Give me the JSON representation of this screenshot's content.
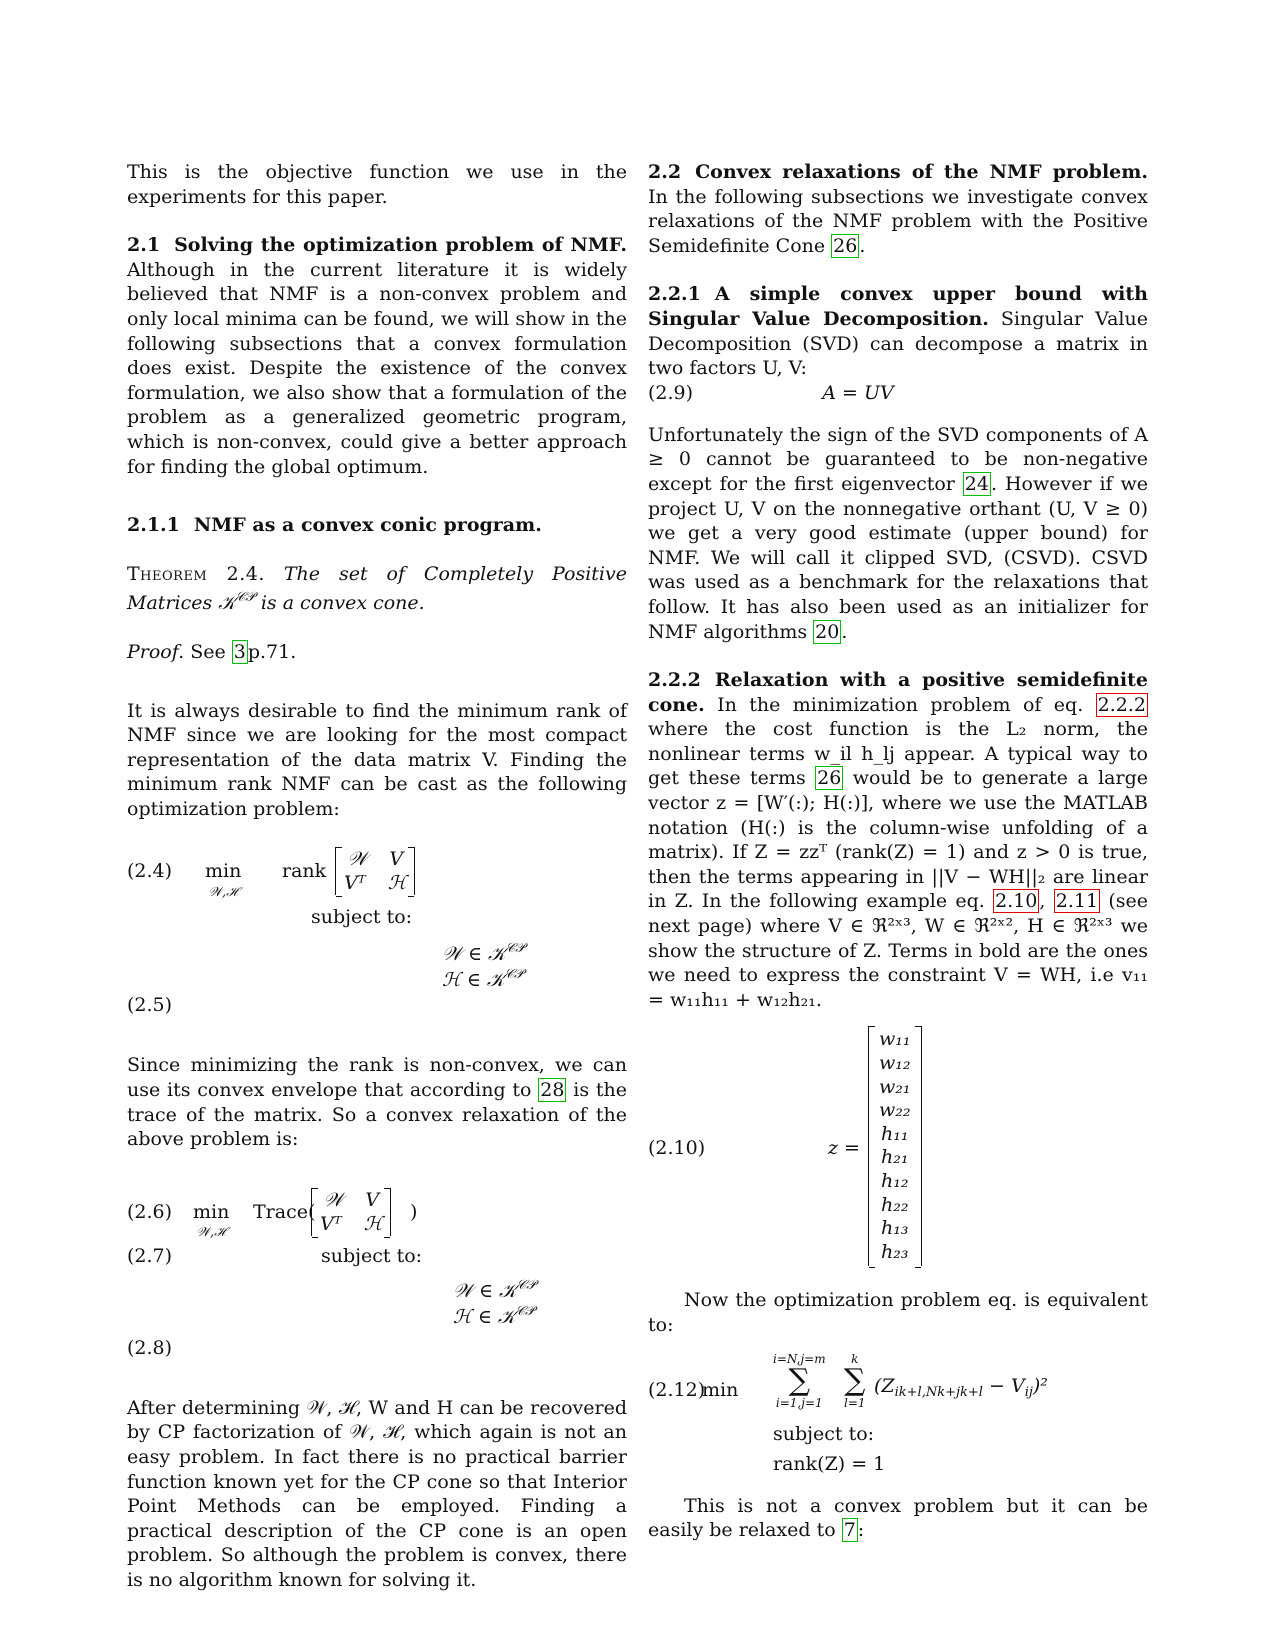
{
  "left": {
    "intro": "This is the objective function we use in the experiments for this paper.",
    "s21": {
      "num": "2.1",
      "title": "Solving the optimization problem of NMF.",
      "text": "Although in the current literature it is widely believed that NMF is a non-convex problem and only local minima can be found, we will show in the following subsections that a convex formulation does exist. Despite the existence of the convex formulation, we also show that a formulation of the problem as a generalized geometric program, which is non-convex, could give a better approach for finding the global optimum."
    },
    "s211": {
      "num": "2.1.1",
      "title": "NMF as a convex conic program."
    },
    "theorem": {
      "label": "Theorem 2.4.",
      "text_a": "The set of Completely Positive Matrices ",
      "sym": "𝒦",
      "sym_sup": "𝒞𝒫",
      "text_b": " is a convex cone."
    },
    "proof": {
      "label": "Proof.",
      "pre": "See ",
      "cite": "3",
      "post": "p.71."
    },
    "para_rank": "It is always desirable to find the minimum rank of NMF since we are looking for the most compact representation of the data matrix V. Finding the minimum rank NMF can be cast as the following optimization problem:",
    "eq24": {
      "num": "(2.4)",
      "min": "min",
      "min_sub": "𝒲,ℋ",
      "op": "rank",
      "m11": "𝒲",
      "m12": "V",
      "m21": "Vᵀ",
      "m22": "ℋ",
      "subject": "subject to:",
      "c1": "𝒲 ∈ 𝒦",
      "c2": "ℋ ∈ 𝒦",
      "sup": "𝒞𝒫"
    },
    "eq25": {
      "num": "(2.5)"
    },
    "para_trace": {
      "pre": "Since minimizing the rank is non-convex, we can use its convex envelope that according to ",
      "cite": "28",
      "post": " is the trace of the matrix. So a convex relaxation of the above problem is:"
    },
    "eq26": {
      "num": "(2.6)",
      "min": "min",
      "min_sub": "𝒲,ℋ",
      "op": "Trace(",
      "close": ")",
      "m11": "𝒲",
      "m12": "V",
      "m21": "Vᵀ",
      "m22": "ℋ"
    },
    "eq27": {
      "num": "(2.7)",
      "subject": "subject to:",
      "c1": "𝒲 ∈ 𝒦",
      "c2": "ℋ ∈ 𝒦",
      "sup": "𝒞𝒫"
    },
    "eq28": {
      "num": "(2.8)"
    },
    "para_after": "After determining 𝒲, ℋ, W and H can be recovered by CP factorization of 𝒲, ℋ, which again is not an easy problem. In fact there is no practical barrier function known yet for the CP cone so that Interior Point Methods can be employed. Finding a practical description of the CP cone is an open problem. So although the problem is convex, there is no algorithm known for solving it."
  },
  "right": {
    "s22": {
      "num": "2.2",
      "title": "Convex relaxations of the NMF problem.",
      "pre": "In the following subsections we investigate convex relaxations of the NMF problem with the Positive Semidefinite Cone ",
      "cite": "26",
      "post": "."
    },
    "s221": {
      "num": "2.2.1",
      "title": "A simple convex upper bound with Singular Value Decomposition.",
      "text": "Singular Value Decomposition (SVD) can decompose a matrix in two factors U, V:"
    },
    "eq29": {
      "num": "(2.9)",
      "expr": "A = UV"
    },
    "para_svd": {
      "a": "Unfortunately the sign of the SVD components of A ≥ 0 cannot be guaranteed to be non-negative except for the first eigenvector ",
      "cite1": "24",
      "b": ". However if we project U, V on the nonnegative orthant (U, V ≥ 0) we get a very good estimate (upper bound) for NMF. We will call it clipped SVD, (CSVD). CSVD was used as a benchmark for the relaxations that follow. It has also been used as an initializer for NMF algorithms ",
      "cite2": "20",
      "c": "."
    },
    "s222": {
      "num": "2.2.2",
      "title": "Relaxation with a positive semidefinite cone.",
      "a": "In the minimization problem of eq. ",
      "ref1": "2.2.2",
      "b": " where the cost function is the L₂ norm, the nonlinear terms w_il h_lj appear. A typical way to get these terms ",
      "cite": "26",
      "c": " would be to generate a large vector z = [W′(:); H(:)], where we use the MATLAB notation (H(:) is the column-wise unfolding of a matrix). If Z = zzᵀ (rank(Z) = 1) and z > 0 is true, then the terms appearing in ||V − WH||₂ are linear in Z. In the following example eq. ",
      "ref2": "2.10",
      "sep": ", ",
      "ref3": "2.11",
      "d": " (see next page) where V ∈ ℜ²ˣ³, W ∈ ℜ²ˣ², H ∈ ℜ²ˣ³ we show the structure of Z. Terms in bold are the ones we need to express the constraint V = WH, i.e v₁₁ = w₁₁h₁₁ + w₁₂h₂₁."
    },
    "eq210": {
      "num": "(2.10)",
      "lhs": "z =",
      "entries": [
        "w₁₁",
        "w₁₂",
        "w₂₁",
        "w₂₂",
        "h₁₁",
        "h₂₁",
        "h₁₂",
        "h₂₂",
        "h₁₃",
        "h₂₃"
      ]
    },
    "para_equiv": "Now the optimization problem eq. is equivalent to:",
    "eq212": {
      "num": "(2.12)",
      "op": "min",
      "sum1_top": "i=N,j=m",
      "sum1_bot": "i=1,j=1",
      "sum2_top": "k",
      "sum2_bot": "l=1",
      "sigma": "∑",
      "body": "(Z",
      "body_sub": "ik+l,Nk+jk+l",
      "body_mid": " − V",
      "body_sub2": "ij",
      "body_end": ")²",
      "subject": "subject to:",
      "constraint": "rank(Z) = 1"
    },
    "para_last": {
      "pre": "This is not a convex problem but it can be easily be relaxed to ",
      "cite": "7",
      "post": ":"
    }
  }
}
